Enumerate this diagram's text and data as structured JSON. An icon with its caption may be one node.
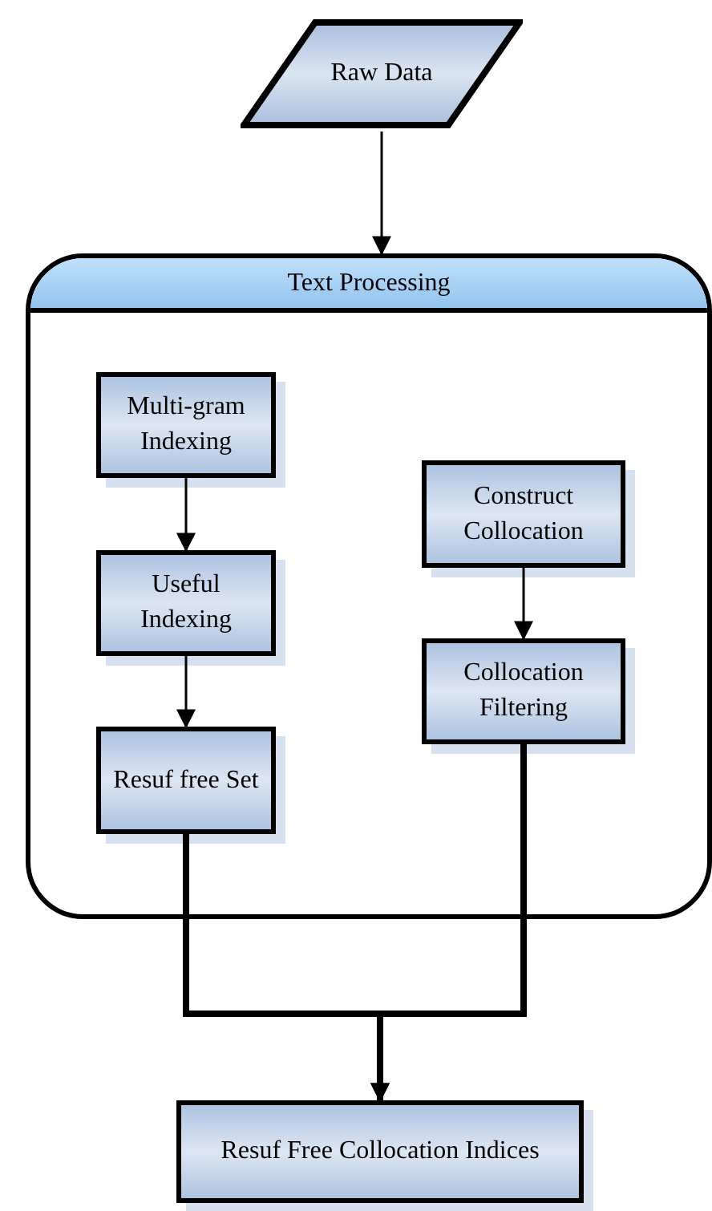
{
  "diagram": {
    "nodes": [
      {
        "text": [
          "Raw Data"
        ]
      },
      {
        "text": [
          "Text Processing"
        ]
      },
      {
        "text": [
          "Multi-gram Indexing"
        ],
        "in": 1
      },
      {
        "text": [
          "Useful Indexing"
        ],
        "in": 1
      },
      {
        "text": [
          "Resuf free Set"
        ],
        "in": 1
      },
      {
        "text": [
          "Construct Collocation"
        ],
        "in": 1
      },
      {
        "text": [
          "Collocation Filtering"
        ],
        "in": 1
      },
      {
        "text": [
          "Resuf Free Collocation Indices"
        ]
      }
    ],
    "edges": [
      {
        "from": 0,
        "to": 1,
        "arrow": "to"
      },
      {
        "from": 2,
        "to": 3,
        "arrow": "to"
      },
      {
        "from": 3,
        "to": 4,
        "arrow": "to"
      },
      {
        "from": 5,
        "to": 6,
        "arrow": "to"
      },
      {
        "from": 4,
        "to": 7,
        "arrow": "to",
        "style": "thick"
      },
      {
        "from": 6,
        "to": 7,
        "arrow": "to",
        "style": "thick"
      }
    ]
  }
}
